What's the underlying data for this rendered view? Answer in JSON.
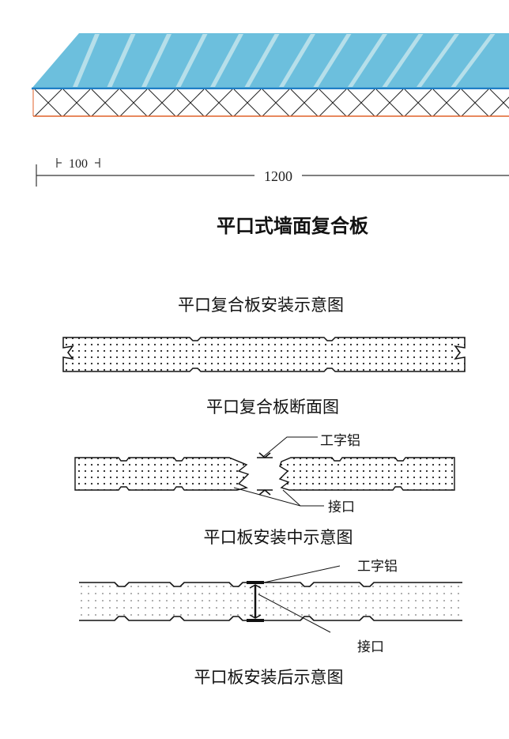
{
  "panel_3d": {
    "dimension_small": "100",
    "dimension_total": "1200",
    "colors": {
      "face": "#6cbfdd",
      "stripe": "#b6dfea",
      "edge": "#1f7fc6",
      "bottom_edge": "#e0622a"
    }
  },
  "titles": {
    "main": "平口式墙面复合板",
    "install_diagram": "平口复合板安装示意图",
    "section": "平口复合板断面图",
    "during_install": "平口板安装中示意图",
    "after_install": "平口板安装后示意图"
  },
  "labels": {
    "during": {
      "aluminum": "工字铝",
      "joint": "接口"
    },
    "after": {
      "aluminum": "工字铝",
      "joint": "接口"
    }
  }
}
